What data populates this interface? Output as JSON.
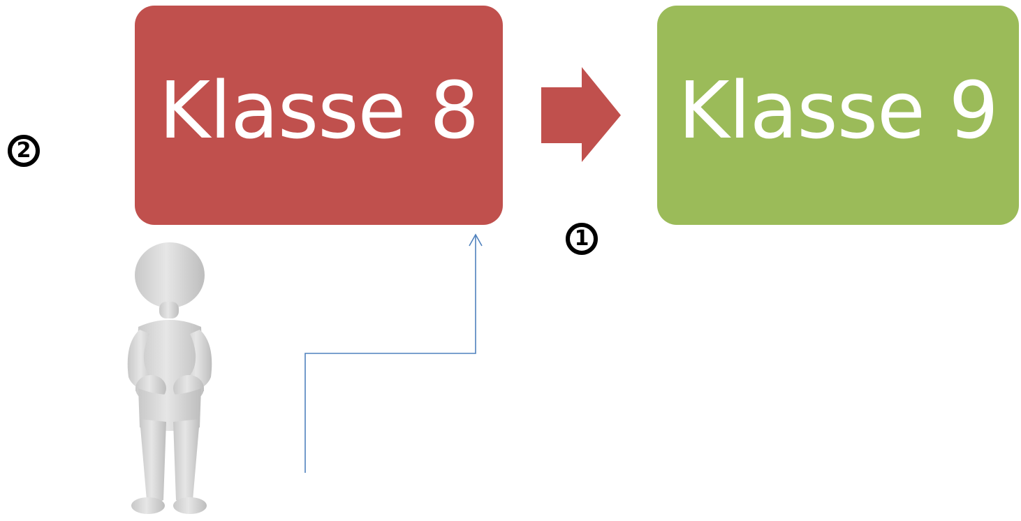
{
  "boxes": {
    "left": {
      "label": "Klasse 8",
      "color": "#c0504d"
    },
    "right": {
      "label": "Klasse 9",
      "color": "#9bbb59"
    }
  },
  "markers": {
    "one": "1",
    "two": "2"
  },
  "colors": {
    "arrow": "#c0504d",
    "connector": "#4f81bd",
    "figure": "#d9d9d9"
  },
  "icons": {
    "transition_arrow": "block-right-arrow",
    "figure": "person-figure",
    "connector": "elbow-connector-arrow"
  }
}
